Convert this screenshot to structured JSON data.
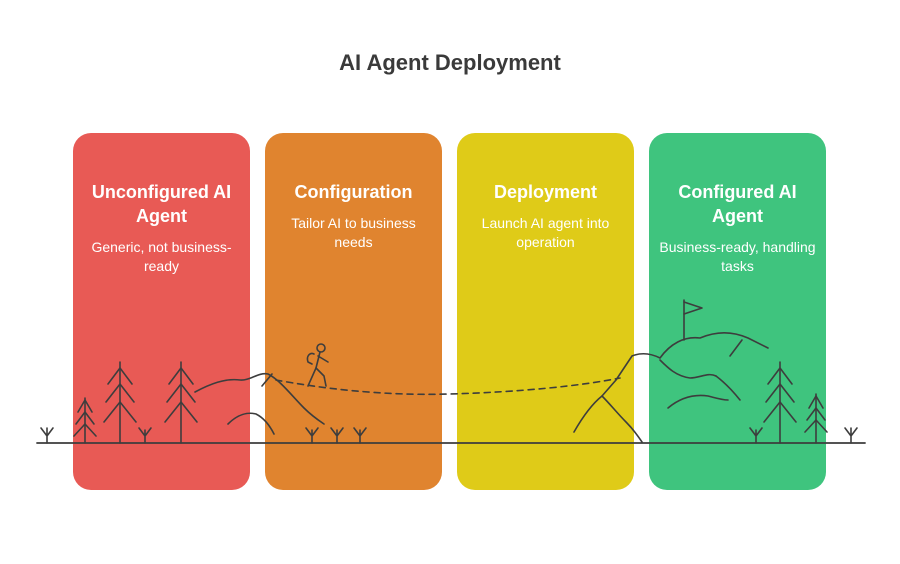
{
  "title": "AI Agent Deployment",
  "colors": {
    "stage_1": "#e85a55",
    "stage_2": "#e0842f",
    "stage_3": "#dfcb18",
    "stage_4": "#3fc47e",
    "line": "#3d3d3d"
  },
  "stages": [
    {
      "title": "Unconfigured AI Agent",
      "description": "Generic, not business-ready"
    },
    {
      "title": "Configuration",
      "description": "Tailor AI to business needs"
    },
    {
      "title": "Deployment",
      "description": "Launch AI agent into operation"
    },
    {
      "title": "Configured AI Agent",
      "description": "Business-ready, handling tasks"
    }
  ]
}
